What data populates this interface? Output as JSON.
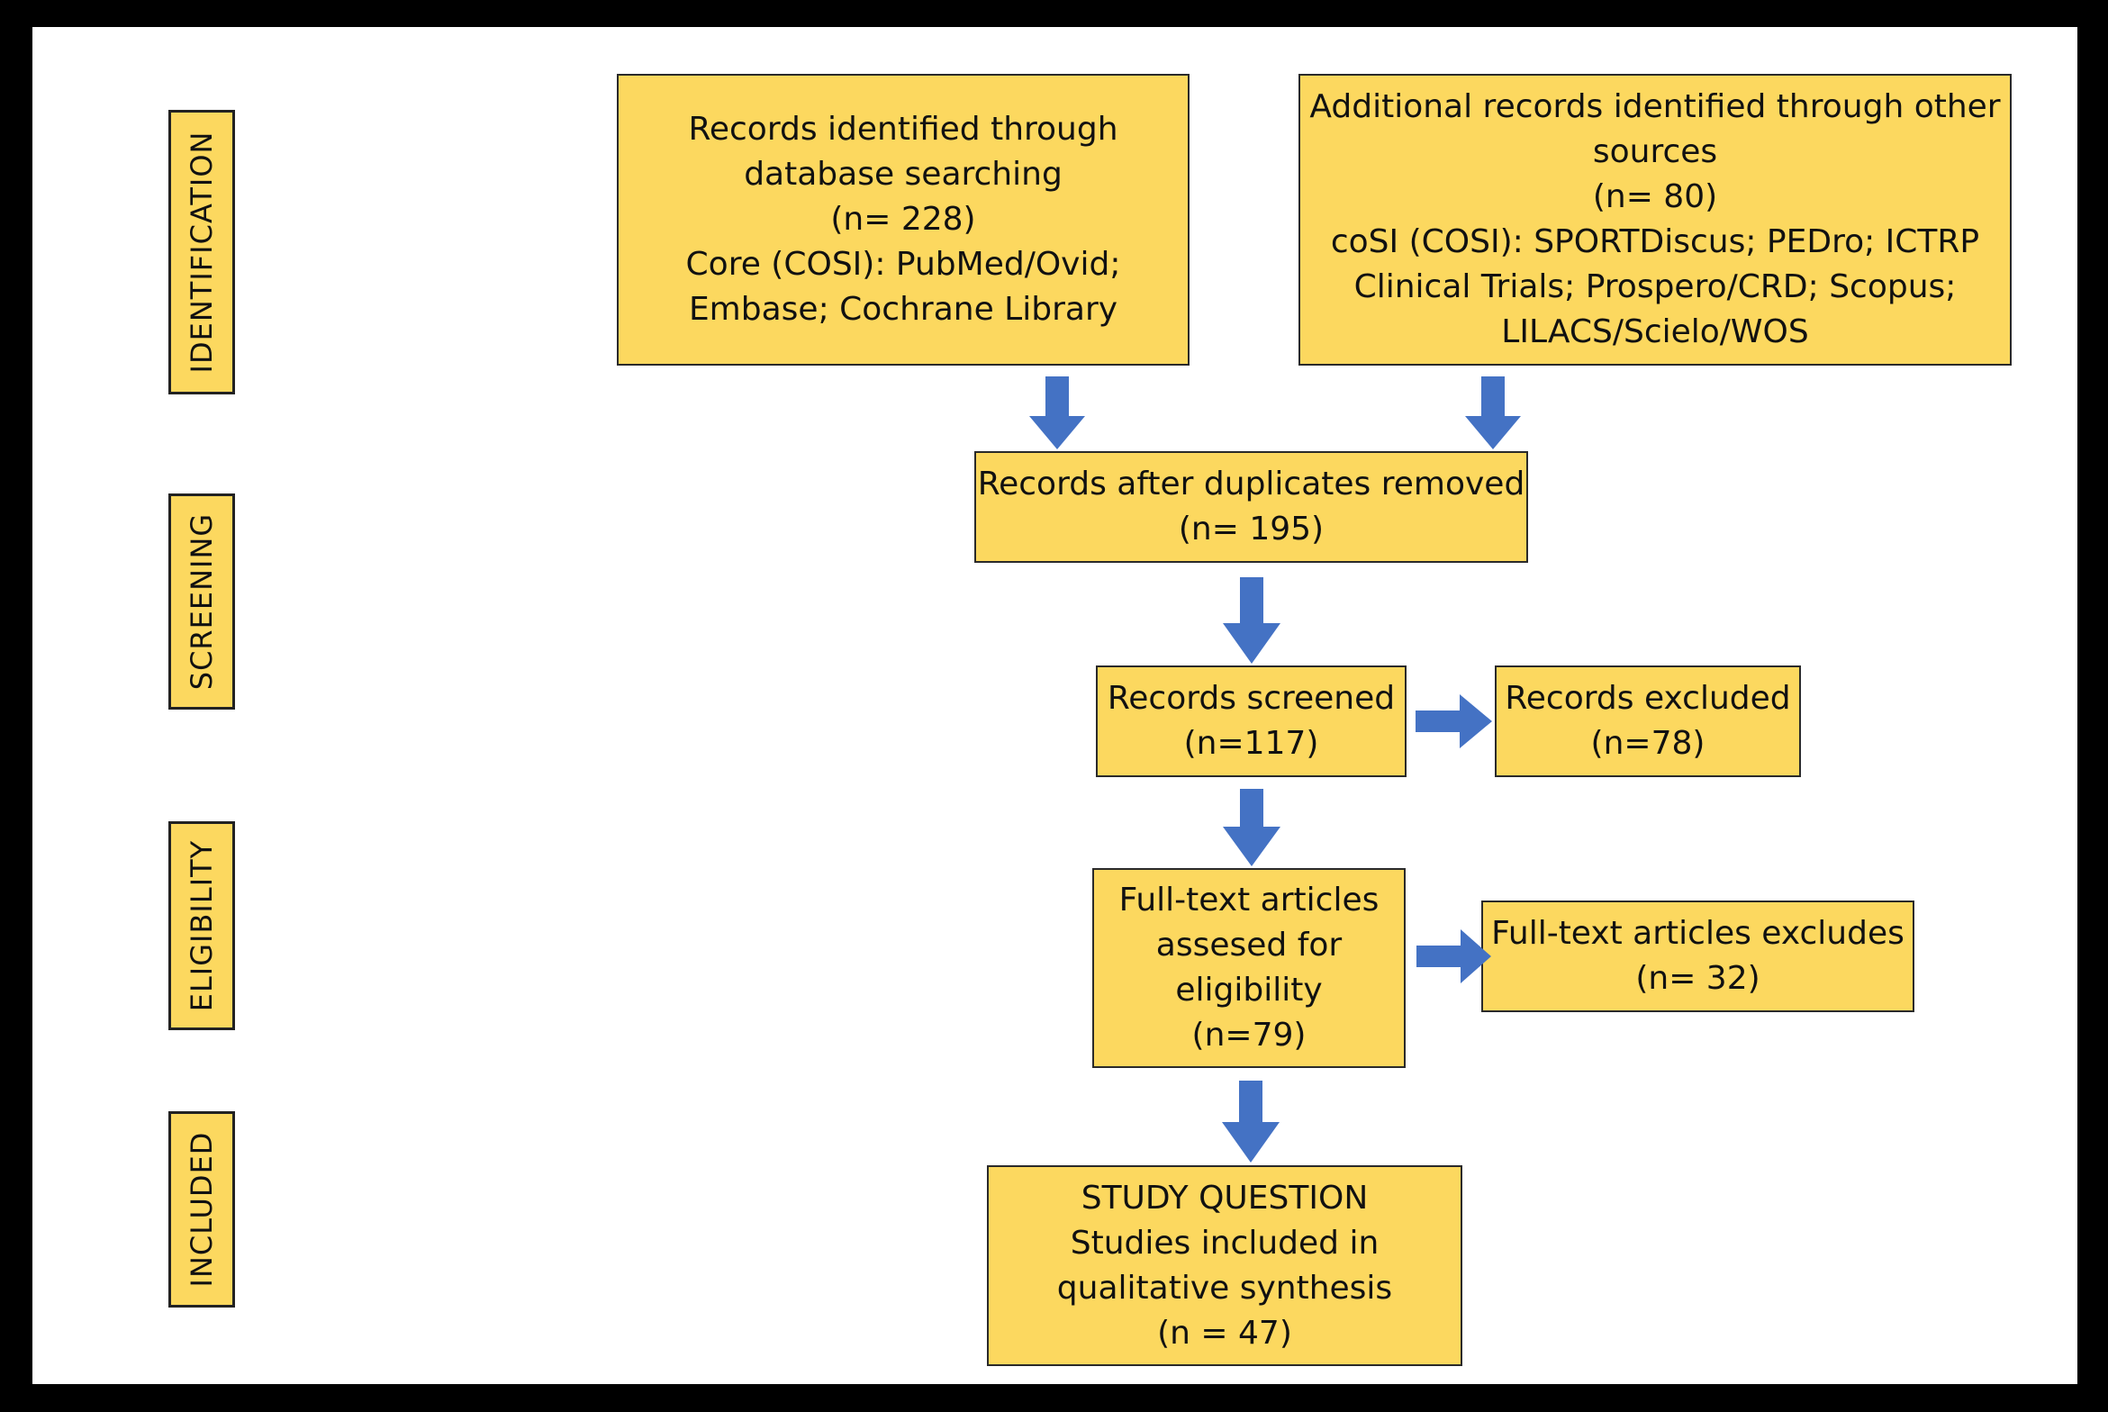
{
  "colors": {
    "box_fill": "#fcd85f",
    "box_border": "#2a2a2a",
    "arrow": "#4472c4",
    "frame": "#000000",
    "background": "#ffffff"
  },
  "stages": {
    "identification": "IDENTIFICATION",
    "screening": "SCREENING",
    "eligibility": "ELIGIBILITY",
    "included": "INCLUDED"
  },
  "boxes": {
    "database": {
      "lines": [
        "Records identified through",
        "database searching",
        "(n= 228)",
        "Core (COSI): PubMed/Ovid;",
        "Embase; Cochrane Library"
      ]
    },
    "other_sources": {
      "lines": [
        "Additional records identified through other",
        "sources",
        "(n= 80)",
        "coSI (COSI): SPORTDiscus; PEDro; ICTRP",
        "Clinical Trials; Prospero/CRD; Scopus;",
        "LILACS/Scielo/WOS"
      ]
    },
    "after_duplicates": {
      "lines": [
        "Records after duplicates removed",
        "(n= 195)"
      ]
    },
    "screened": {
      "lines": [
        "Records screened",
        "(n=117)"
      ]
    },
    "excluded": {
      "lines": [
        "Records excluded",
        "(n=78)"
      ]
    },
    "fulltext_assessed": {
      "lines": [
        "Full-text articles",
        "assesed for",
        "eligibility",
        "(n=79)"
      ]
    },
    "fulltext_excluded": {
      "lines": [
        "Full-text articles excludes",
        "(n= 32)"
      ]
    },
    "included": {
      "lines": [
        "STUDY QUESTION",
        "Studies included in",
        "qualitative synthesis",
        "(n = 47)"
      ]
    }
  }
}
